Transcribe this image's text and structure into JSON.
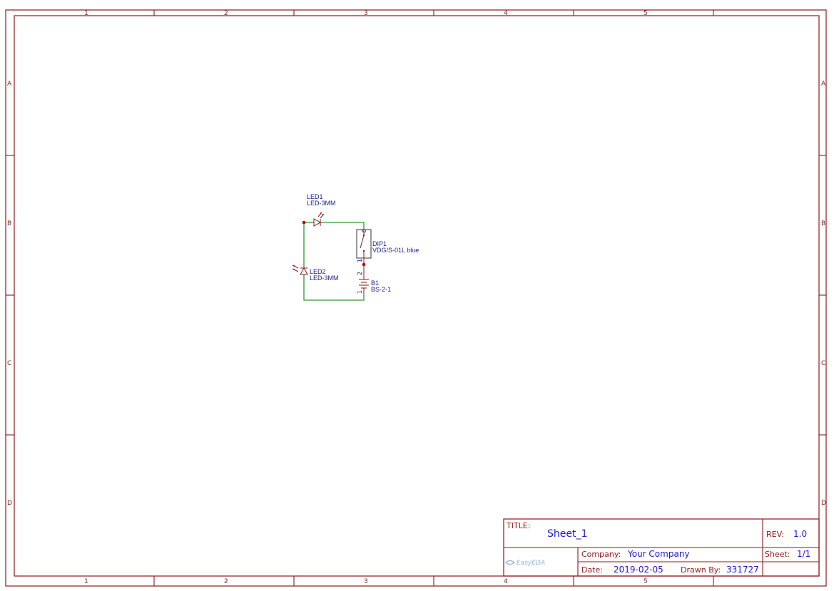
{
  "sheet": {
    "columns": [
      "1",
      "2",
      "3",
      "4",
      "5"
    ],
    "rows": [
      "A",
      "B",
      "C",
      "D"
    ]
  },
  "components": {
    "led1": {
      "ref": "LED1",
      "value": "LED-3MM"
    },
    "led2": {
      "ref": "LED2",
      "value": "LED-3MM"
    },
    "dip1": {
      "ref": "DIP1",
      "value": "VDG/S-01L blue",
      "pin_top": "2",
      "pin_bottom": "1"
    },
    "b1": {
      "ref": "B1",
      "value": "BS-2-1",
      "pin_top": "2",
      "pin_bottom": "1"
    }
  },
  "title_block": {
    "title_label": "TITLE:",
    "title": "Sheet_1",
    "rev_label": "REV:",
    "rev": "1.0",
    "company_label": "Company:",
    "company": "Your Company",
    "sheet_label": "Sheet:",
    "sheet": "1/1",
    "date_label": "Date:",
    "date": "2019-02-05",
    "drawn_label": "Drawn By:",
    "drawn": "331727",
    "logo": "EasyEDA"
  },
  "colors": {
    "frame": "#8b1a1a",
    "wire": "#2e9a2e",
    "reference_text": "#1a1a8b",
    "title_values": "#1a1ad0"
  }
}
